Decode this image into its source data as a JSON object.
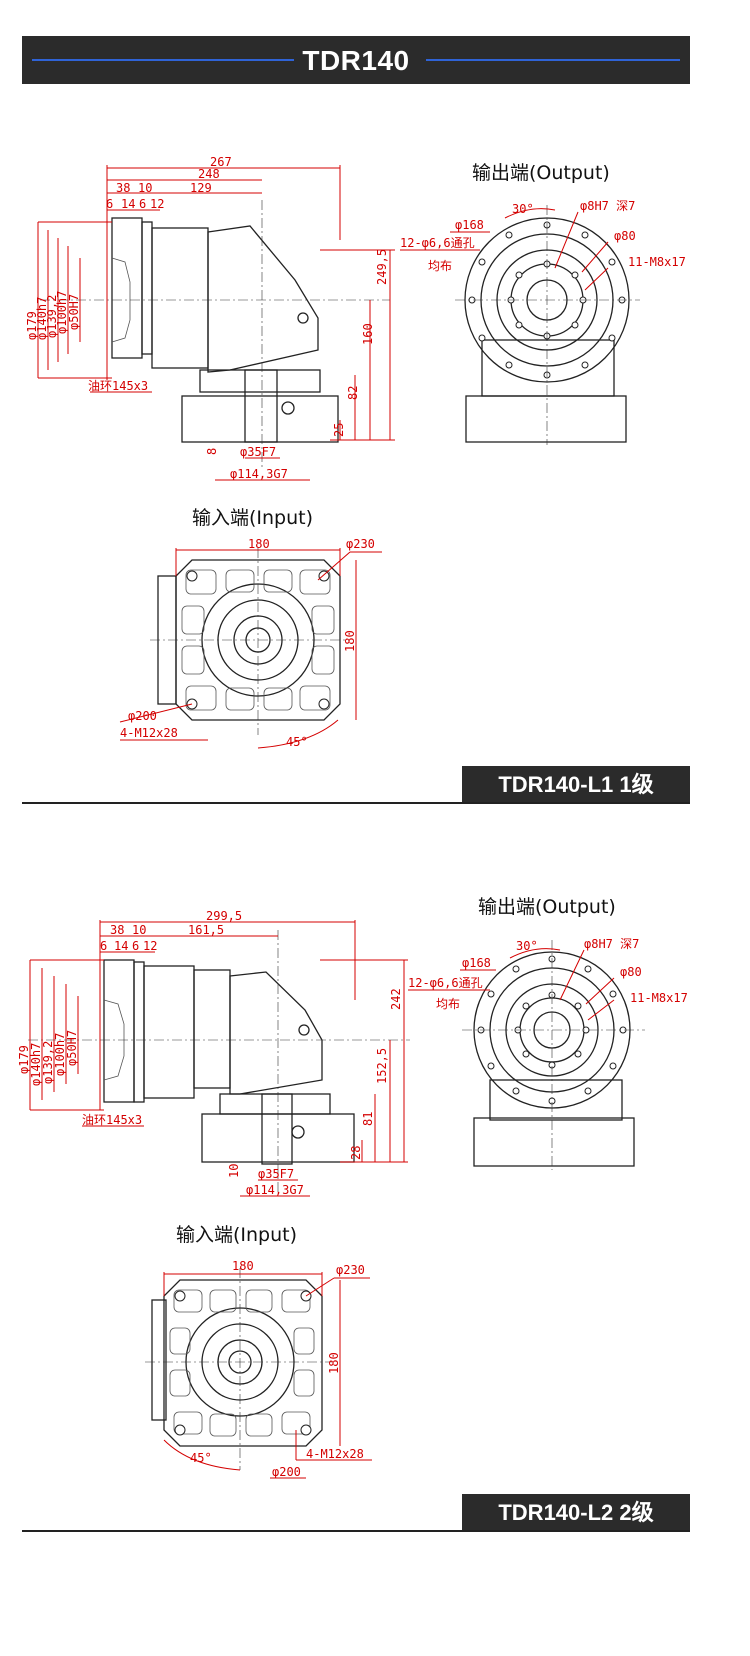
{
  "header": {
    "title": "TDR140"
  },
  "sections": [
    {
      "id": "l1",
      "output_caption": "输出端(Output)",
      "input_caption": "输入端(Input)",
      "tag": "TDR140-L1   1级",
      "side_dims": {
        "d267": "267",
        "d248": "248",
        "d38": "38",
        "d10": "10",
        "d129": "129",
        "d6": "6",
        "d14": "14",
        "d6b": "6",
        "d12": "12",
        "phi179": "φ179",
        "phi140": "φ140h7",
        "phi139": "φ139,2",
        "phi100": "φ100h7",
        "phi50": "φ50H7",
        "h2495": "249,5",
        "h160": "160",
        "h82": "82",
        "h25": "25",
        "h8": "8",
        "phi35": "φ35F7",
        "phi114": "φ114,3G7",
        "oring": "油环145x3"
      },
      "out_dims": {
        "phi168": "φ168",
        "deg30": "30°",
        "phi8": "φ8H7 深7",
        "phi80": "φ80",
        "holes": "12-φ6,6通孔",
        "even": "均布",
        "m8": "11-M8x17"
      },
      "in_dims": {
        "d180": "180",
        "phi230": "φ230",
        "d180v": "180",
        "phi200": "φ200",
        "m12": "4-M12x28",
        "deg45": "45°"
      }
    },
    {
      "id": "l2",
      "output_caption": "输出端(Output)",
      "input_caption": "输入端(Input)",
      "tag": "TDR140-L2   2级",
      "side_dims": {
        "d2995": "299,5",
        "d38": "38",
        "d10": "10",
        "d1615": "161,5",
        "d6": "6",
        "d14": "14",
        "d6b": "6",
        "d12": "12",
        "phi179": "φ179",
        "phi140": "φ140h7",
        "phi139": "φ139,2",
        "phi100": "φ100h7",
        "phi50": "φ50H7",
        "h242": "242",
        "h1525": "152,5",
        "h81": "81",
        "h28": "28",
        "h10": "10",
        "phi35": "φ35F7",
        "phi114": "φ114,3G7",
        "oring": "油环145x3"
      },
      "out_dims": {
        "phi168": "φ168",
        "deg30": "30°",
        "phi8": "φ8H7 深7",
        "phi80": "φ80",
        "holes": "12-φ6,6通孔",
        "even": "均布",
        "m8": "11-M8x17"
      },
      "in_dims": {
        "d180": "180",
        "phi230": "φ230",
        "d180v": "180",
        "deg45": "45°",
        "m12": "4-M12x28",
        "phi200": "φ200"
      }
    }
  ]
}
